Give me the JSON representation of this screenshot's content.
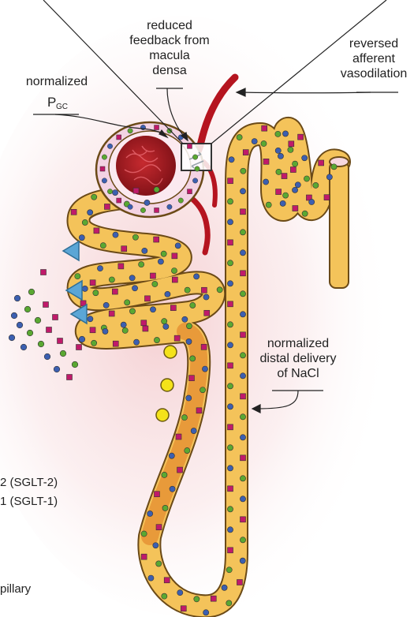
{
  "labels": {
    "macula": [
      "reduced",
      "feedback from",
      "macula",
      "densa"
    ],
    "normalized_pgc_word": "normalized",
    "pgc_main": "P",
    "pgc_sub": "GC",
    "reversed": [
      "reversed",
      "afferent",
      "vasodilation"
    ],
    "distal": [
      "normalized",
      "distal delivery",
      "of NaCl"
    ],
    "sglt2": "2 (SGLT-2)",
    "sglt1": "1 (SGLT-1)",
    "capillary": "pillary"
  },
  "colors": {
    "tubule_fill": "#f4c35a",
    "tubule_stroke": "#6b4a17",
    "descending_fill": "#e89a3a",
    "vessel": "#b5141f",
    "glomerulus": "#9b1b1f",
    "bowman_fill": "#f3d3e3",
    "dot_green": "#5aa832",
    "dot_blue": "#3c5fb0",
    "dot_magenta": "#c01a6a",
    "sglt1_yellow": "#f4e21a",
    "sglt2_triangle": "#5ba6d6"
  }
}
